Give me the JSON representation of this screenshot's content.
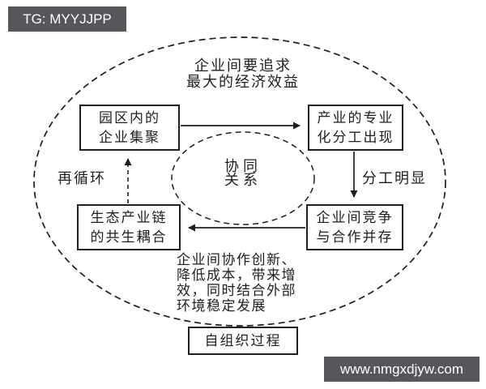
{
  "watermarks": {
    "top_left": "TG: MYYJJPP",
    "bottom_right": "www.nmgxdjyw.com"
  },
  "diagram": {
    "top_goal": {
      "line1": "企业间要追求",
      "line2": "最大的经济效益"
    },
    "boxes": {
      "agglomeration": {
        "line1": "园区内的",
        "line2": "企业集聚"
      },
      "specialization": {
        "line1": "产业的专业",
        "line2": "化分工出现"
      },
      "competition": {
        "line1": "企业间竞争",
        "line2": "与合作并存"
      },
      "symbiosis": {
        "line1": "生态产业链",
        "line2": "的共生耦合"
      },
      "self_organization": {
        "label": "自组织过程"
      }
    },
    "center_ellipse": {
      "line1": "协同",
      "line2": "关系"
    },
    "edge_labels": {
      "recycle": "再循环",
      "division": "分工明显"
    },
    "bottom_note": {
      "line1": "企业间协作创新、",
      "line2": "降低成本，带来增",
      "line3": "效，同时结合外部",
      "line4": "环境稳定发展"
    }
  },
  "colors": {
    "badge_background": "#55575b",
    "badge_text": "#ffffff",
    "line": "#1f1f1f",
    "background": "#ffffff"
  }
}
